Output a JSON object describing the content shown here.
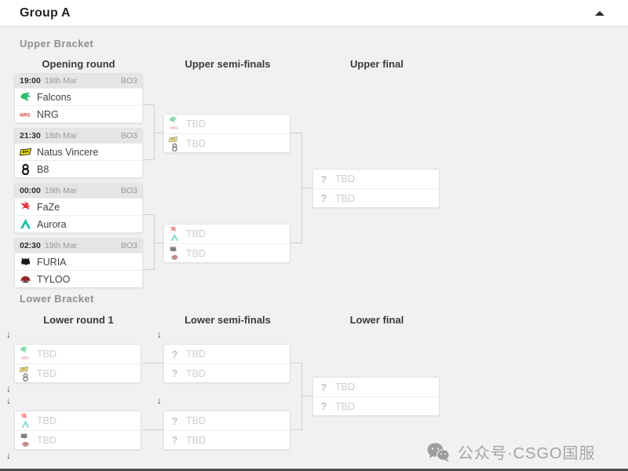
{
  "window": {
    "title": "Group A",
    "collapse_icon": "caret-up"
  },
  "upper_bracket": {
    "label": "Upper Bracket",
    "columns": [
      "Opening round",
      "Upper semi-finals",
      "Upper final"
    ],
    "opening_round": [
      {
        "time": "19:00",
        "date": "18th Mar",
        "format": "BO3",
        "team1": "Falcons",
        "team2": "NRG"
      },
      {
        "time": "21:30",
        "date": "18th Mar",
        "format": "BO3",
        "team1": "Natus Vincere",
        "team2": "B8"
      },
      {
        "time": "00:00",
        "date": "19th Mar",
        "format": "BO3",
        "team1": "FaZe",
        "team2": "Aurora"
      },
      {
        "time": "02:30",
        "date": "19th Mar",
        "format": "BO3",
        "team1": "FURIA",
        "team2": "TYLOO"
      }
    ],
    "semi_finals": [
      {
        "slot1": "TBD",
        "slot2": "TBD"
      },
      {
        "slot1": "TBD",
        "slot2": "TBD"
      }
    ],
    "final": {
      "slot1": "TBD",
      "slot2": "TBD"
    }
  },
  "lower_bracket": {
    "label": "Lower Bracket",
    "columns": [
      "Lower round 1",
      "Lower semi-finals",
      "Lower final"
    ],
    "round1": [
      {
        "slot1": "TBD",
        "slot2": "TBD"
      },
      {
        "slot1": "TBD",
        "slot2": "TBD"
      }
    ],
    "semi_finals": [
      {
        "slot1": "TBD",
        "slot2": "TBD"
      },
      {
        "slot1": "TBD",
        "slot2": "TBD"
      }
    ],
    "final": {
      "slot1": "TBD",
      "slot2": "TBD"
    }
  },
  "teams": {
    "falcons": {
      "name": "Falcons",
      "logo": "falcons-logo-icon",
      "color": "#2ebd70"
    },
    "nrg": {
      "name": "NRG",
      "logo": "nrg-logo-icon",
      "color": "#e03a3e"
    },
    "navi": {
      "name": "Natus Vincere",
      "logo": "natus-vincere-logo-icon",
      "color": "#ffee00"
    },
    "b8": {
      "name": "B8",
      "logo": "b8-logo-icon",
      "color": "#141414"
    },
    "faze": {
      "name": "FaZe",
      "logo": "faze-logo-icon",
      "color": "#e4343d"
    },
    "aurora": {
      "name": "Aurora",
      "logo": "aurora-logo-icon",
      "color": "#1fc0ae"
    },
    "furia": {
      "name": "FURIA",
      "logo": "furia-logo-icon",
      "color": "#1a1a1a"
    },
    "tyloo": {
      "name": "TYLOO",
      "logo": "tyloo-logo-icon",
      "color": "#8f2626"
    }
  },
  "watermark": {
    "text": "公众号·CSGO国服",
    "icon": "wechat-icon",
    "color": "#a5a5a5"
  },
  "colors": {
    "page_bg": "#f1f1f2",
    "card_bg": "#ffffff",
    "card_header_bg": "#e5e5e5",
    "tbd_text": "#cdcdcd",
    "connector": "#cfcfcf",
    "muted_text": "#999999"
  }
}
